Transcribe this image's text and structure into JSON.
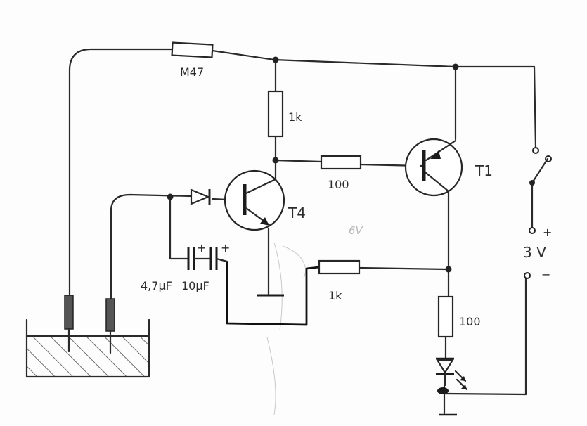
{
  "diagram": {
    "labels": {
      "r_m47": "M47",
      "r_1k_top": "1k",
      "r_100_mid": "100",
      "r_1k_bot": "1k",
      "r_100_led": "100",
      "t1": "T1",
      "t4": "T4",
      "cap1": "4,7µF",
      "cap2": "10µF",
      "plus1": "+",
      "plus2": "+",
      "sw_plus": "+",
      "sw_minus": "−",
      "voltage": "3 V",
      "pencil_note": "6V"
    },
    "colors": {
      "ink": "#2a2a2a",
      "hatch": "#4a4a4a",
      "paper": "#fdfdfd"
    }
  }
}
